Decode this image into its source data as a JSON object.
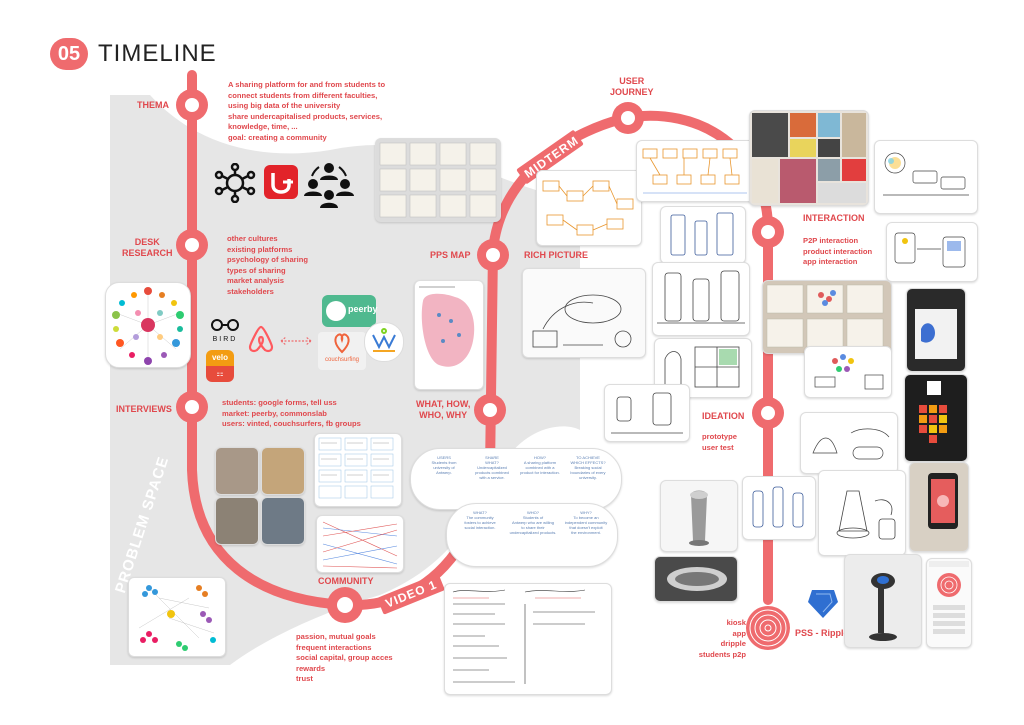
{
  "header": {
    "number": "05",
    "title": "TIMELINE"
  },
  "problem_space_label": "PROBLEM SPACE",
  "milestones": {
    "thema": {
      "label": "THEMA",
      "lines": [
        "A sharing platform for and from students to",
        "connect students from different faculties,",
        "using big data of the university",
        "share undercapitalised products, services,",
        "knowledge, time, ...",
        "goal: creating a community"
      ]
    },
    "desk_research": {
      "label_1": "DESK",
      "label_2": "RESEARCH",
      "lines": [
        "other cultures",
        "existing platforms",
        "psychology of sharing",
        "types of sharing",
        "market analysis",
        "stakeholders"
      ]
    },
    "interviews": {
      "label": "INTERVIEWS",
      "lines": [
        "students: google forms, tell uss",
        "market: peerby, commonslab",
        "users: vinted, couchsurfers, fb groups"
      ]
    },
    "community": {
      "label": "COMMUNITY",
      "lines": [
        "passion, mutual goals",
        "frequent interactions",
        "social capital, group acces",
        "rewards",
        "trust"
      ]
    },
    "video1": {
      "label": "VIDEO 1"
    },
    "midterm": {
      "label": "MIDTERM"
    },
    "pps_map": {
      "label": "PPS MAP"
    },
    "rich_picture": {
      "label": "RICH PICTURE"
    },
    "what_how": {
      "label_1": "WHAT, HOW,",
      "label_2": "WHO, WHY"
    },
    "user_journey": {
      "label_1": "USER",
      "label_2": "JOURNEY"
    },
    "interaction": {
      "label": "INTERACTION",
      "lines": [
        "P2P interaction",
        "product interaction",
        "app interaction"
      ]
    },
    "ideation": {
      "label": "IDEATION",
      "lines": [
        "prototype",
        "user test"
      ]
    },
    "pss": {
      "label": "PSS - Ripple",
      "lines": [
        "kiosk",
        "app",
        "dripple",
        "students p2p"
      ]
    }
  },
  "brand_names": {
    "bird": "BIRD",
    "peerby": "peerby",
    "couchsurfing": "couchsurfing",
    "velo": "velo"
  },
  "what_how_cells": {
    "users": [
      "USERS",
      "Students from",
      "university of",
      "Antwerp."
    ],
    "share": [
      "SHARE",
      "WHAT?",
      "Undercapitalized",
      "products combined",
      "with a service."
    ],
    "how": [
      "HOW?",
      "A sharing platform",
      "combined with a",
      "product for interaction."
    ],
    "achieve": [
      "TO ACHIEVE",
      "WHICH EFFECTS?",
      "Breaking social",
      "boundaries of every",
      "university."
    ],
    "what": [
      "WHAT?",
      "The community",
      "fosters to achieve",
      "social interaction."
    ],
    "who": [
      "WHO?",
      "Students of",
      "Antwerp who are willing",
      "to share their",
      "undercapitalized products."
    ],
    "why": [
      "WHY?",
      "To become an",
      "independent community",
      "that doesn't exploit",
      "the environment."
    ]
  },
  "colors": {
    "accent": "#ef6b6e",
    "label": "#e0484d",
    "band": "#e6e6e6"
  }
}
